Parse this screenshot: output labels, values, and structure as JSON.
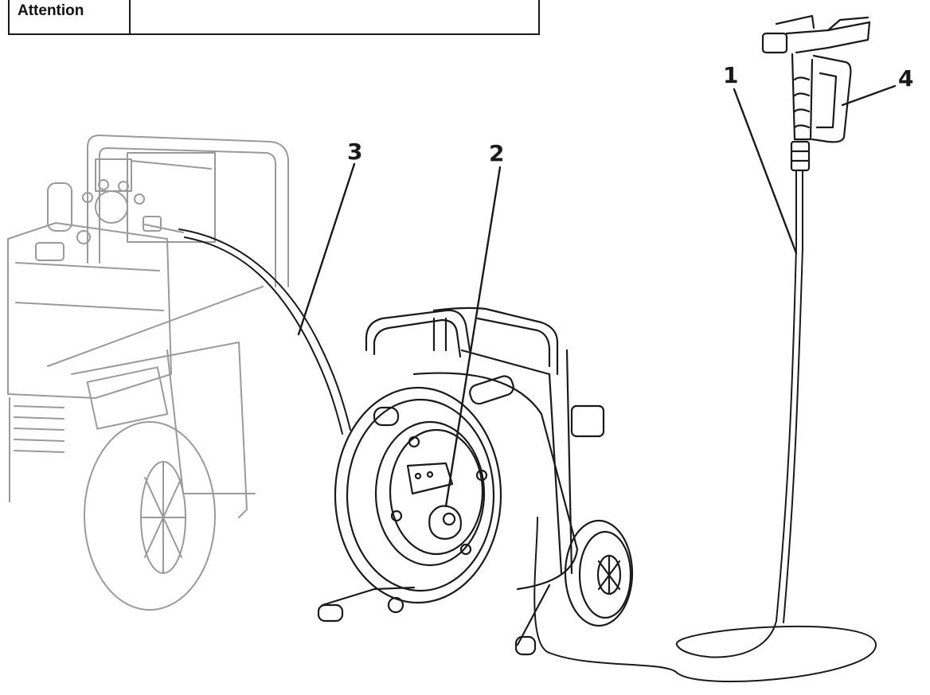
{
  "header_table": {
    "label": "Attention",
    "value": ""
  },
  "callouts": [
    {
      "id": "1",
      "text": "1"
    },
    {
      "id": "2",
      "text": "2"
    },
    {
      "id": "3",
      "text": "3"
    },
    {
      "id": "4",
      "text": "4"
    }
  ],
  "colors": {
    "ink": "#1a1a1a",
    "faded_unit": "#9a9a9a",
    "background": "#ffffff"
  }
}
